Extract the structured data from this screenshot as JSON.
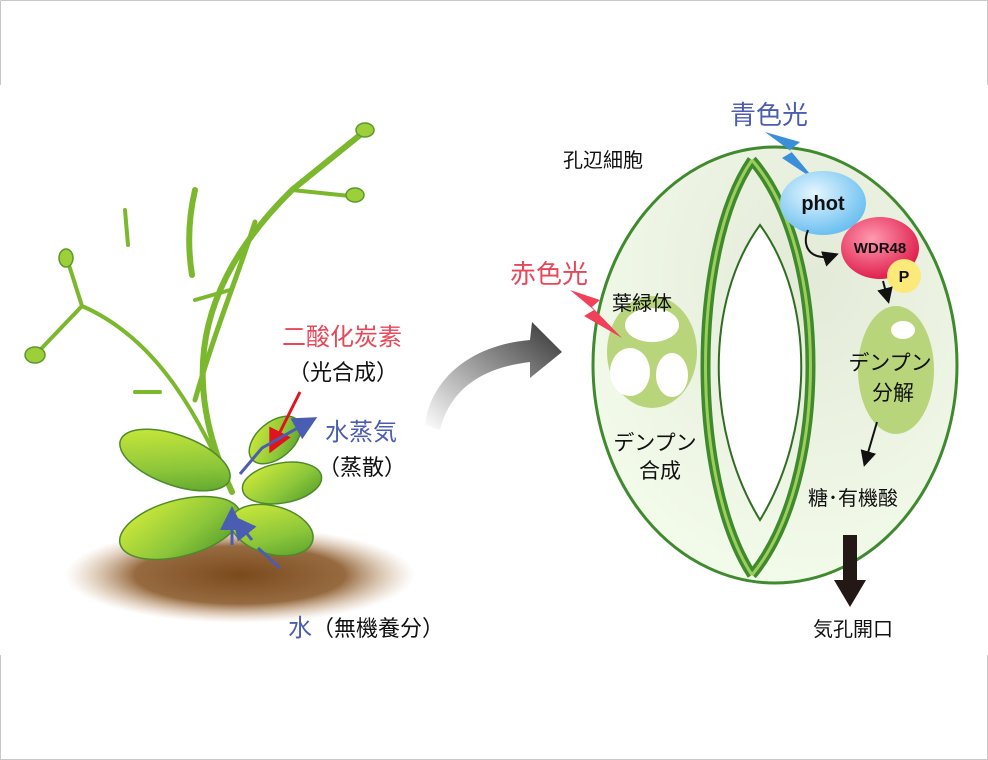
{
  "colors": {
    "red_label": "#e8475a",
    "blue_label": "#4a5db0",
    "black": "#111111",
    "cell_fill": "#eef8e4",
    "cell_stroke": "#3f8a2e",
    "starch_green": "#b8d57c",
    "phot_blue": "#8fd0f5",
    "wdr48_red": "#e8335e",
    "p_yellow": "#fbe97a"
  },
  "plant": {
    "co2_label": "二酸化炭素",
    "photosynthesis_label": "（光合成）",
    "vapor_label": "水蒸気",
    "transpiration_label": "（蒸散）",
    "water_label": "水",
    "minerals_label": "（無機養分）"
  },
  "stomata": {
    "guard_cell_label": "孔辺細胞",
    "blue_light_label": "青色光",
    "red_light_label": "赤色光",
    "chloroplast_label": "葉緑体",
    "phot_label": "phot",
    "wdr48_label": "WDR48",
    "phospho_label": "P",
    "starch_synthesis_line1": "デンプン",
    "starch_synthesis_line2": "合成",
    "starch_degradation_line1": "デンプン",
    "starch_degradation_line2": "分解",
    "sugar_label": "糖･有機酸",
    "opening_label": "気孔開口"
  }
}
